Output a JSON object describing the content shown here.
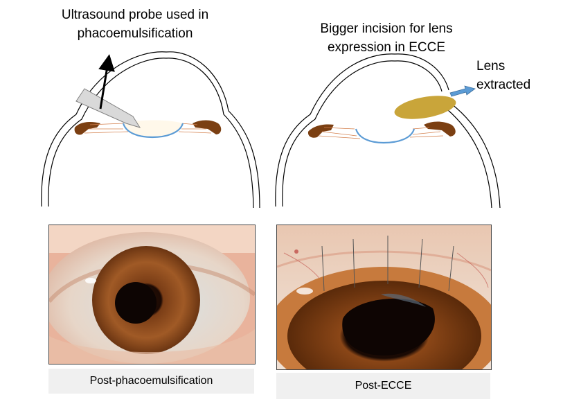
{
  "left_panel": {
    "probe_label": [
      "Ultrasound probe used in",
      "phacoemulsification"
    ],
    "caption": "Post-phacoemulsification"
  },
  "right_panel": {
    "incision_label": [
      "Bigger incision for lens",
      "expression in ECCE"
    ],
    "lens_label": [
      "Lens",
      "extracted"
    ],
    "caption": "Post-ECCE"
  },
  "colors": {
    "capsule_blue": "#5b9bd5",
    "lens_yellow": "#c9a53a",
    "ciliary_brown": "#7b3f12",
    "zonule_orange": "#d4814e",
    "arrow_blue": "#5b9bd5",
    "probe_grey": "#d9d9d9",
    "caption_bg": "#f0f0f0"
  }
}
